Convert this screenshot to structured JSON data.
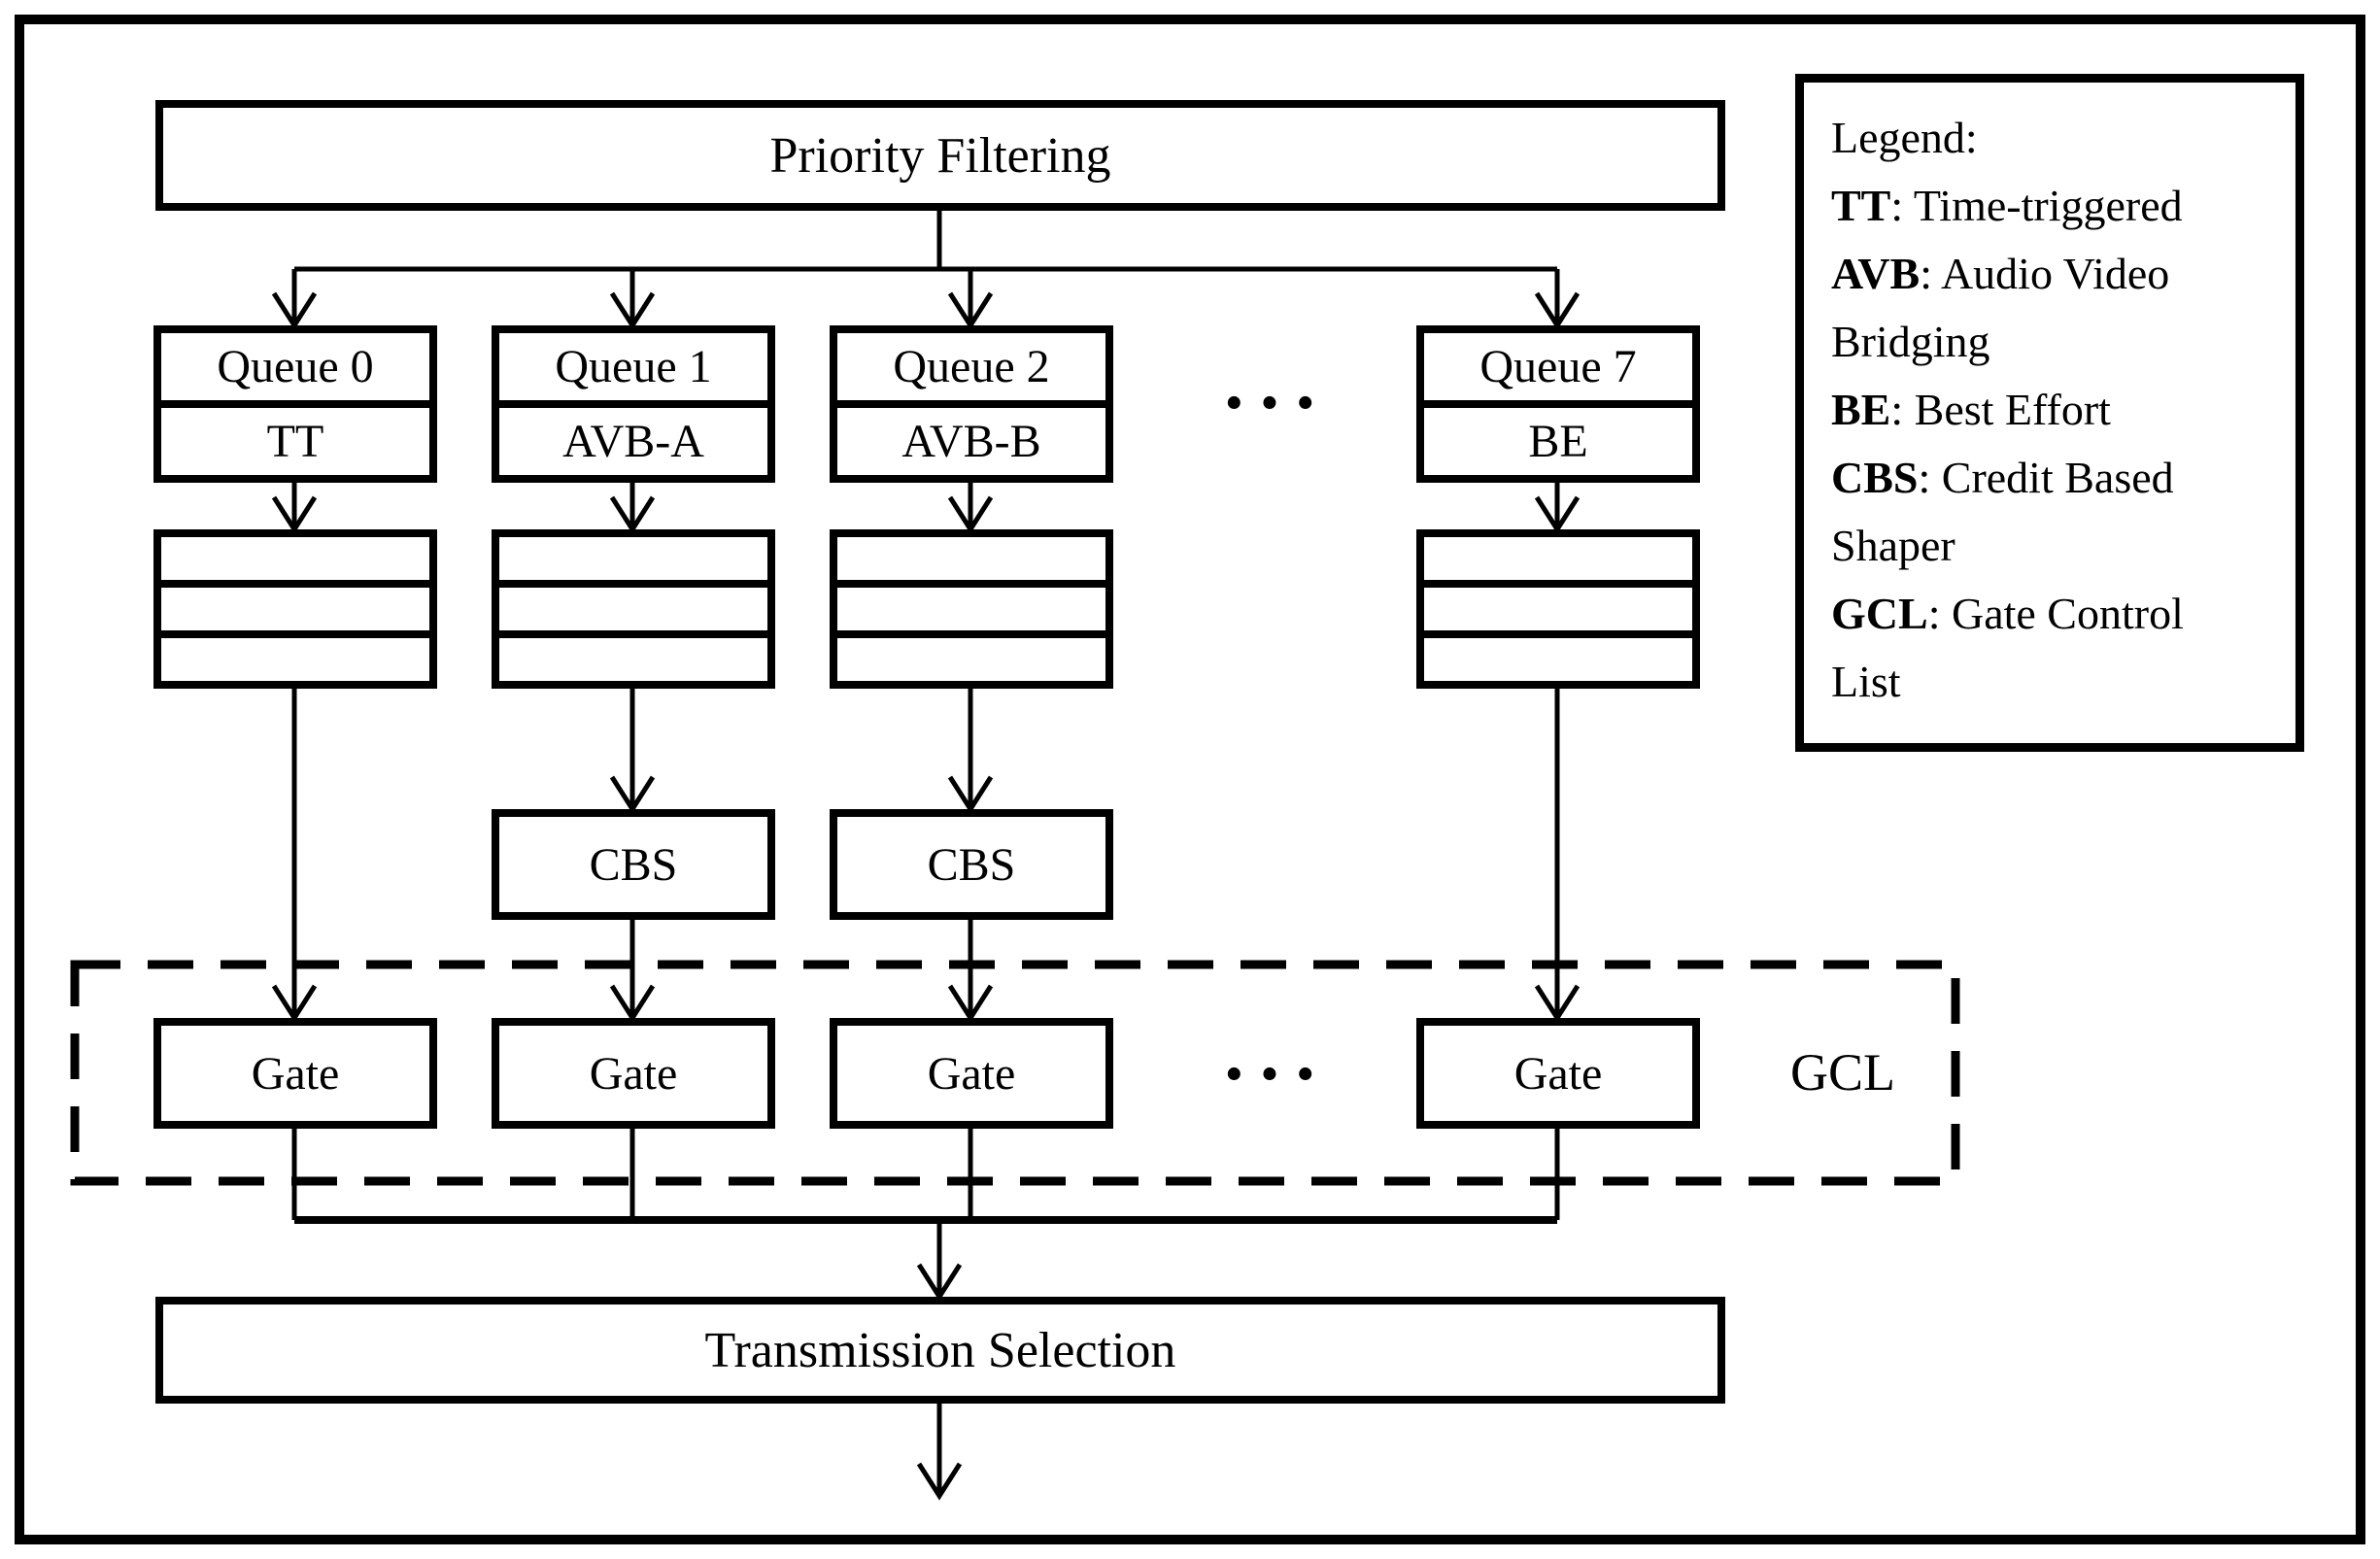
{
  "diagram": {
    "top_box": "Priority Filtering",
    "bottom_box": "Transmission Selection",
    "queues": [
      {
        "name": "Queue 0",
        "type": "TT"
      },
      {
        "name": "Queue 1",
        "type": "AVB-A"
      },
      {
        "name": "Queue 2",
        "type": "AVB-B"
      },
      {
        "name": "Queue 7",
        "type": "BE"
      }
    ],
    "cbs_label": "CBS",
    "gate_label": "Gate",
    "gcl_label": "GCL",
    "ellipsis": "···"
  },
  "legend": {
    "lines": [
      {
        "bold": "",
        "text": "Legend:"
      },
      {
        "bold": "TT",
        "text": ": Time-triggered"
      },
      {
        "bold": "AVB",
        "text": ": Audio Video"
      },
      {
        "bold": "",
        "text": "Bridging"
      },
      {
        "bold": "BE",
        "text": ": Best Effort"
      },
      {
        "bold": "CBS",
        "text": ": Credit Based"
      },
      {
        "bold": "",
        "text": "Shaper"
      },
      {
        "bold": "GCL",
        "text": ": Gate Control"
      },
      {
        "bold": "",
        "text": "List"
      }
    ]
  },
  "colors": {
    "ink": "#000000",
    "background": "#ffffff"
  }
}
